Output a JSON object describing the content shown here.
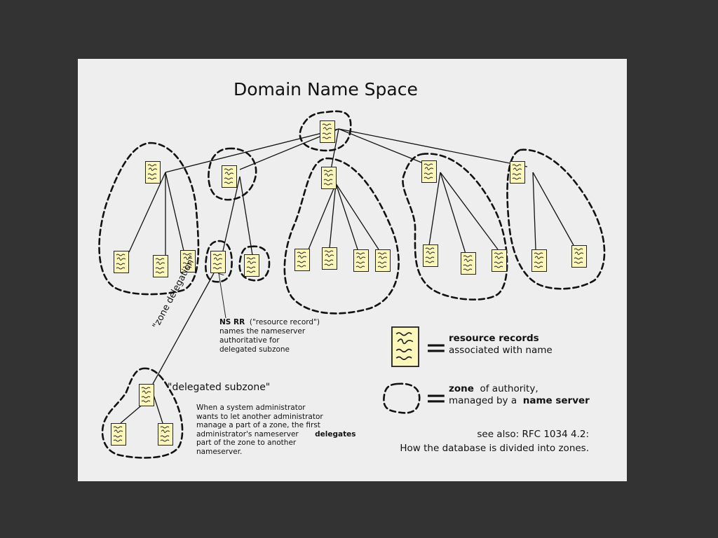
{
  "title": "Domain Name Space",
  "ns_rr": {
    "label": "NS RR",
    "paren": "(\"resource record\")",
    "line2": "names the nameserver",
    "line3": "authoritative for",
    "line4": "delegated subzone"
  },
  "zone_delegation_label": "\"zone delegation\"",
  "delegated_subzone_label": "\"delegated subzone\"",
  "admin_note": {
    "l1": "When a system administrator",
    "l2": "wants to let another administrator",
    "l3": "manage a part of a zone, the first",
    "l4": "administrator's nameserver",
    "l4_bold": "delegates",
    "l5": "part of the zone to another",
    "l6": "nameserver."
  },
  "legend": {
    "equals": "=",
    "rr_bold": "resource records",
    "rr_rest": "associated with name",
    "zone_bold": "zone",
    "zone_rest": "of authority,",
    "zone_line2": "managed by a",
    "zone_bold2": "name server"
  },
  "see_also": {
    "line1": "see also: RFC 1034 4.2:",
    "line2": "How the database is divided into zones."
  },
  "colors": {
    "page": "#eeeeee",
    "background": "#333333",
    "record_fill": "#fdf7bb",
    "stroke": "#111111"
  }
}
